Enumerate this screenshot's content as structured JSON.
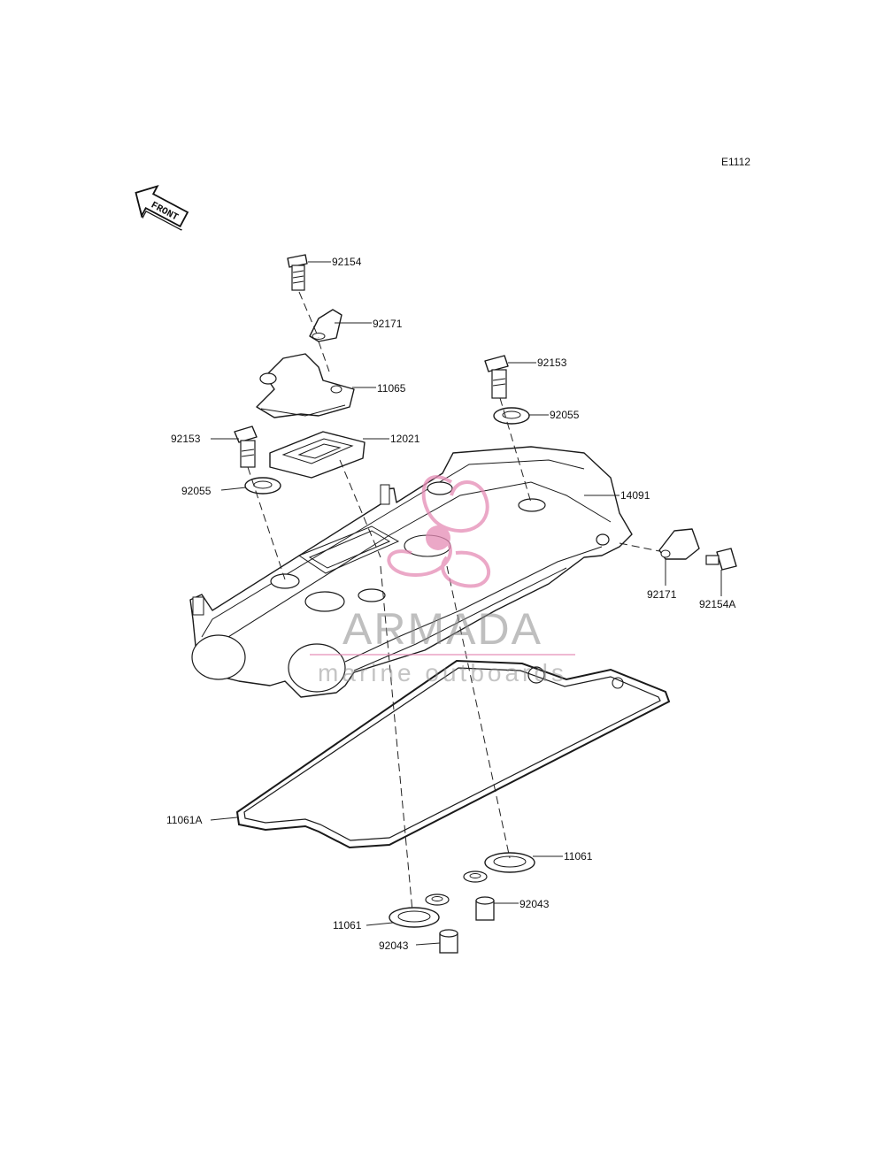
{
  "diagram_code": "E1112",
  "front_arrow_label": "FRONT",
  "watermark": {
    "brand": "ARMADA",
    "tagline": "marine outboards",
    "color": "#e58bb5"
  },
  "parts": {
    "bolt_top": "92154",
    "clamp_top": "92171",
    "breather_cover": "11065",
    "bolt_left": "92153",
    "gasket_plate": "12021",
    "washer_left": "92055",
    "bolt_right": "92153",
    "washer_right": "92055",
    "head_cover": "14091",
    "clamp_right": "92171",
    "bolt_right_a": "92154A",
    "gasket_main": "11061A",
    "gasket_small_right": "11061",
    "dowel_right": "92043",
    "gasket_small_left": "11061",
    "dowel_left": "92043"
  }
}
